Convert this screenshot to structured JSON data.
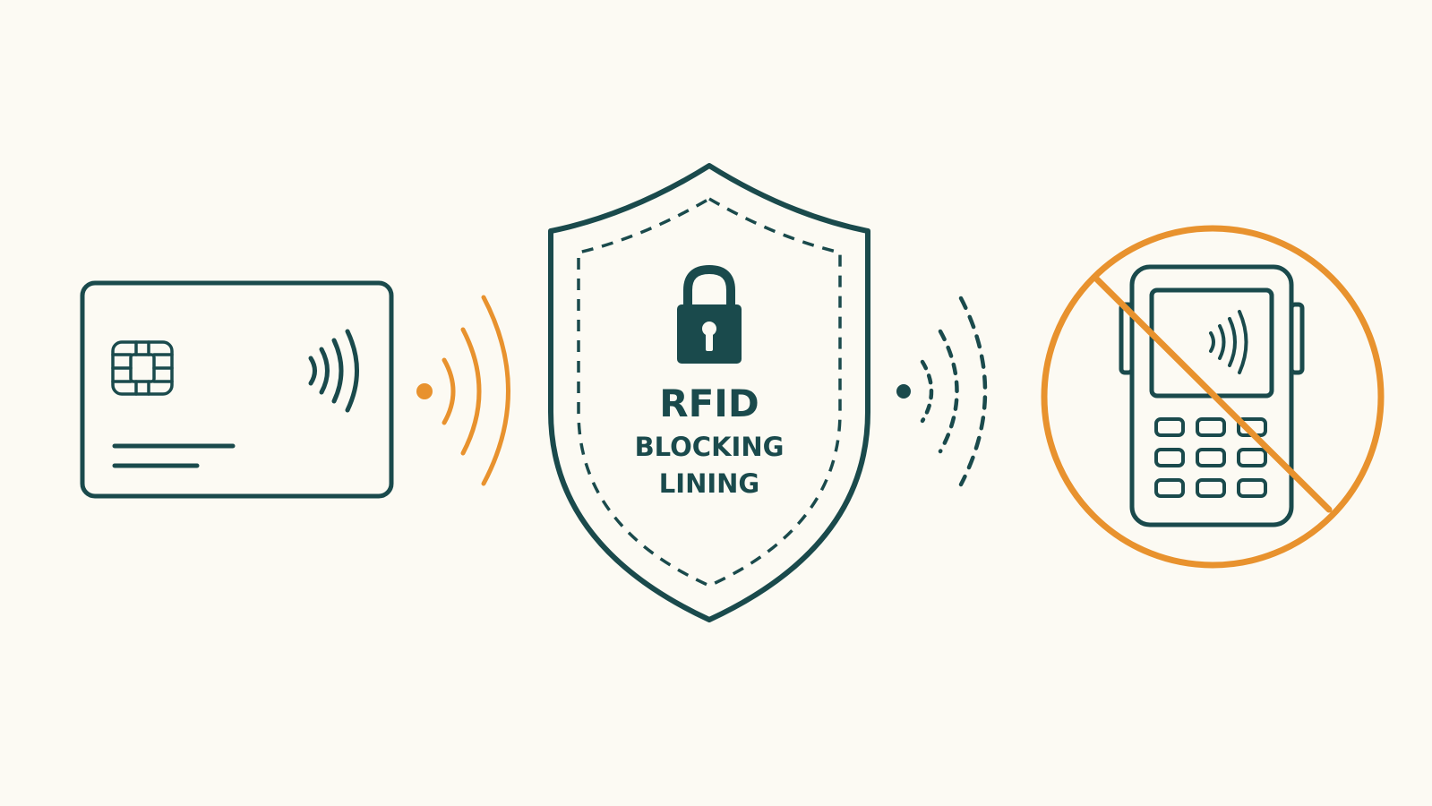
{
  "colors": {
    "background": "#fcfaf3",
    "primary": "#1a4a4c",
    "accent": "#e8922e"
  },
  "diagram": {
    "shield": {
      "title": "RFID",
      "subtitle_line1": "BLOCKING",
      "subtitle_line2": "LINING"
    },
    "icons": [
      "contactless-card-icon",
      "chip-icon",
      "contactless-icon",
      "signal-waves-icon",
      "shield-icon",
      "padlock-icon",
      "blocked-signal-waves-icon",
      "card-reader-icon",
      "prohibited-icon"
    ]
  }
}
